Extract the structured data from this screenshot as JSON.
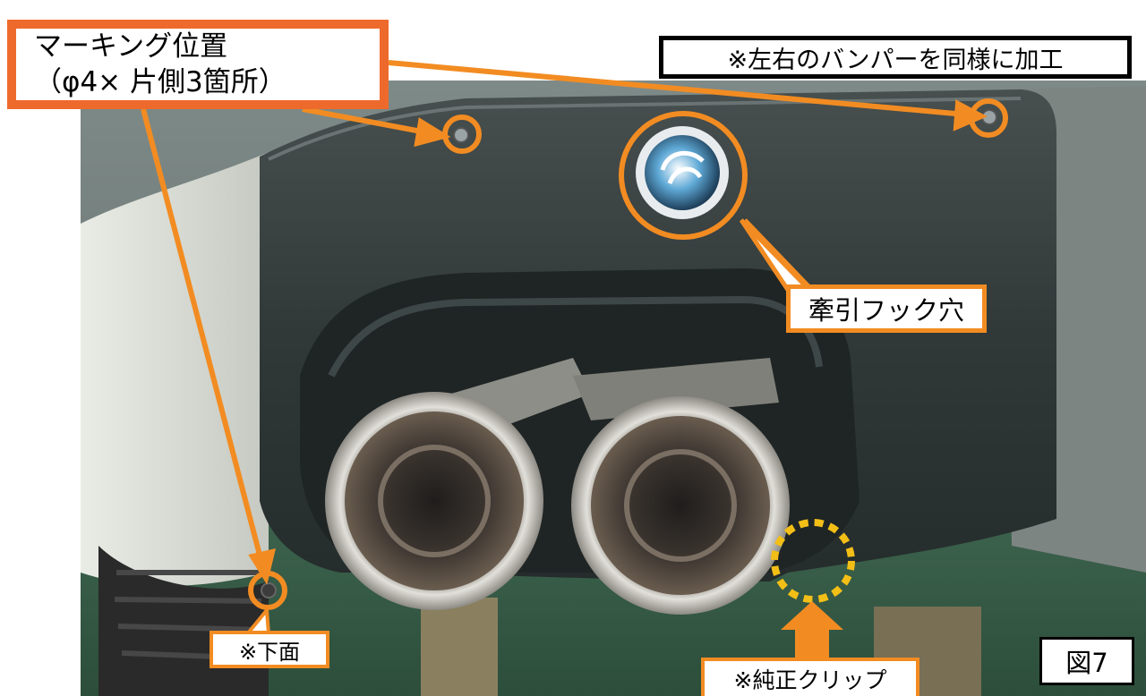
{
  "callouts": {
    "marking_title": "マーキング位置",
    "marking_spec": "（φ4× 片側3箇所）",
    "note": "※左右のバンパーを同様に加工",
    "tow_hook": "牽引フック穴",
    "underside": "※下面",
    "oem_clip": "※純正クリップ",
    "figure": "図7"
  },
  "colors": {
    "marker_orange": "#f28c22",
    "box_orange": "#ee6a2c",
    "clip_dotted": "#f3bf17",
    "bumper": "#2f3636",
    "floor_green": "#355b46"
  },
  "icon_names": [
    "mounting-screw-icon",
    "tow-hook-cap-icon",
    "exhaust-tip-icon",
    "tire-icon"
  ]
}
